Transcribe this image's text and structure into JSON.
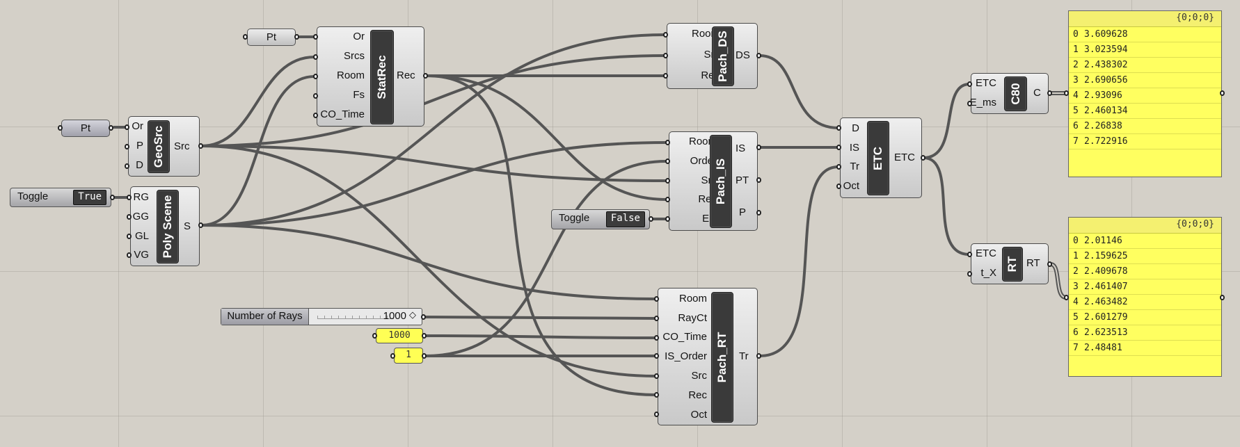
{
  "canvas": {
    "background": "#d4d0c8",
    "wire_color": "#555555"
  },
  "components": {
    "statrec": {
      "name": "StatRec",
      "inputs": [
        "Or",
        "Srcs",
        "Room",
        "Fs",
        "CO_Time"
      ],
      "outputs": [
        "Rec"
      ]
    },
    "geosrc": {
      "name": "GeoSrc",
      "inputs": [
        "Or",
        "P",
        "D"
      ],
      "outputs": [
        "Src"
      ]
    },
    "polyscene": {
      "name": "Poly Scene",
      "inputs": [
        "RG",
        "GG",
        "GL",
        "VG"
      ],
      "outputs": [
        "S"
      ]
    },
    "pach_ds": {
      "name": "Pach_DS",
      "inputs": [
        "Room",
        "Src",
        "Rec"
      ],
      "outputs": [
        "DS"
      ]
    },
    "pach_is": {
      "name": "Pach_IS",
      "inputs": [
        "Room",
        "Order",
        "Src",
        "Rec",
        "ED"
      ],
      "outputs": [
        "IS",
        "PT",
        "P"
      ]
    },
    "pach_rt": {
      "name": "Pach_RT",
      "inputs": [
        "Room",
        "RayCt",
        "CO_Time",
        "IS_Order",
        "Src",
        "Rec",
        "Oct"
      ],
      "outputs": [
        "Tr"
      ]
    },
    "etc": {
      "name": "ETC",
      "inputs": [
        "D",
        "IS",
        "Tr",
        "Oct"
      ],
      "outputs": [
        "ETC"
      ]
    },
    "c80": {
      "name": "C80",
      "inputs": [
        "ETC",
        "E_ms"
      ],
      "outputs": [
        "C"
      ]
    },
    "rt": {
      "name": "RT",
      "inputs": [
        "ETC",
        "t_X"
      ],
      "outputs": [
        "RT"
      ]
    }
  },
  "params": {
    "pt_top": "Pt",
    "pt_left": "Pt"
  },
  "toggles": {
    "true_toggle": {
      "label": "Toggle",
      "value": "True"
    },
    "false_toggle": {
      "label": "Toggle",
      "value": "False"
    }
  },
  "slider": {
    "label": "Number of Rays",
    "value": "1000",
    "marker": "◇"
  },
  "yellow_params": {
    "co_time": "1000",
    "is_order": "1"
  },
  "panels": {
    "c80_panel": {
      "path": "{0;0;0}",
      "rows": [
        {
          "i": "0",
          "v": "3.609628"
        },
        {
          "i": "1",
          "v": "3.023594"
        },
        {
          "i": "2",
          "v": "2.438302"
        },
        {
          "i": "3",
          "v": "2.690656"
        },
        {
          "i": "4",
          "v": "2.93096"
        },
        {
          "i": "5",
          "v": "2.460134"
        },
        {
          "i": "6",
          "v": "2.26838"
        },
        {
          "i": "7",
          "v": "2.722916"
        }
      ]
    },
    "rt_panel": {
      "path": "{0;0;0}",
      "rows": [
        {
          "i": "0",
          "v": "2.01146"
        },
        {
          "i": "1",
          "v": "2.159625"
        },
        {
          "i": "2",
          "v": "2.409678"
        },
        {
          "i": "3",
          "v": "2.461407"
        },
        {
          "i": "4",
          "v": "2.463482"
        },
        {
          "i": "5",
          "v": "2.601279"
        },
        {
          "i": "6",
          "v": "2.623513"
        },
        {
          "i": "7",
          "v": "2.48481"
        }
      ]
    }
  }
}
